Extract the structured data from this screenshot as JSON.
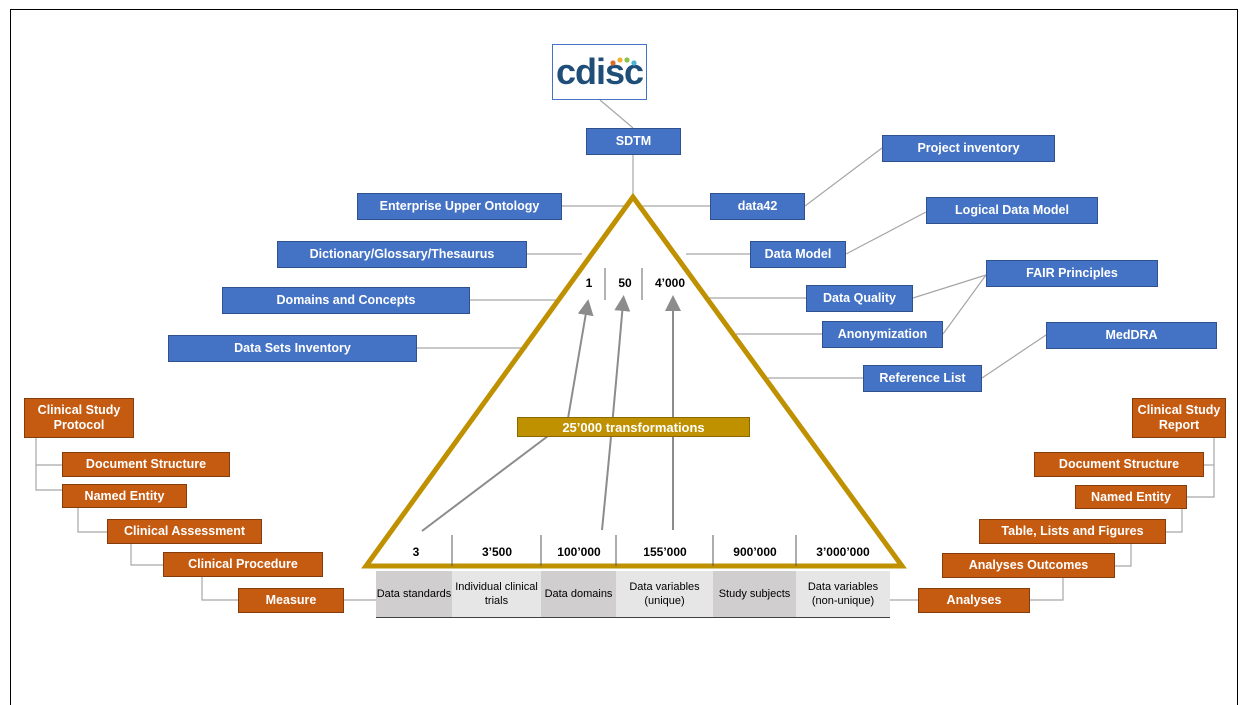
{
  "logo": {
    "text": "cdisc",
    "dot_colors": [
      "#e06c2b",
      "#f2b134",
      "#8bc34a",
      "#4ab3d6"
    ]
  },
  "top_nodes": {
    "sdtm": "SDTM",
    "project_inventory": "Project inventory",
    "data42": "data42",
    "enterprise_upper_ontology": "Enterprise Upper Ontology",
    "logical_data_model": "Logical Data Model",
    "dictionary": "Dictionary/Glossary/Thesaurus",
    "data_model": "Data Model",
    "fair_principles": "FAIR Principles",
    "domains_concepts": "Domains and Concepts",
    "data_quality": "Data Quality",
    "anonymization": "Anonymization",
    "medra": "MedDRA",
    "data_sets_inventory": "Data Sets Inventory",
    "reference_list": "Reference List"
  },
  "pyramid": {
    "top_numbers": [
      "1",
      "50",
      "4’000"
    ],
    "transformations": "25’000 transformations",
    "base_numbers": [
      "3",
      "3’500",
      "100’000",
      "155’000",
      "900’000",
      "3’000’000"
    ],
    "base_labels": [
      "Data standards",
      "Individual clinical trials",
      "Data domains",
      "Data variables (unique)",
      "Study subjects",
      "Data variables (non-unique)"
    ]
  },
  "left_tree": {
    "root": "Clinical Study Protocol",
    "items": [
      "Document Structure",
      "Named Entity",
      "Clinical Assessment",
      "Clinical Procedure",
      "Measure"
    ]
  },
  "right_tree": {
    "root": "Clinical Study Report",
    "items": [
      "Document Structure",
      "Named Entity",
      "Table, Lists and Figures",
      "Analyses Outcomes",
      "Analyses"
    ]
  },
  "colors": {
    "blue": "#4472c4",
    "orange": "#c55a11",
    "gold": "#bf9000",
    "grey_cell": "#d0cece"
  }
}
